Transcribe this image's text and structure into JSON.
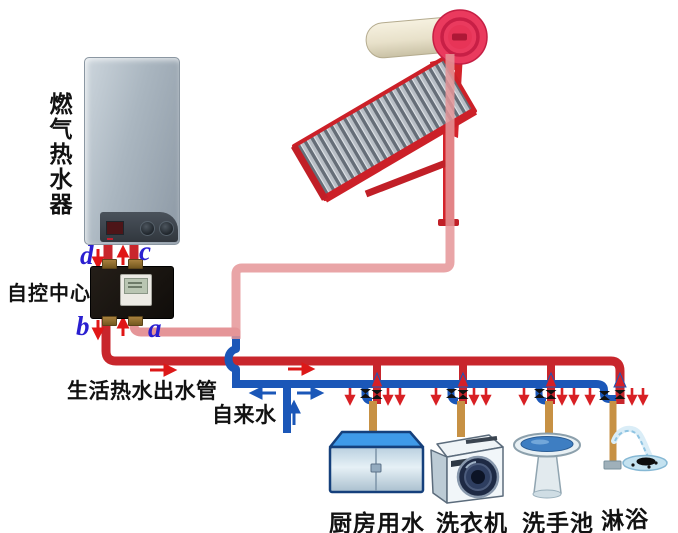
{
  "labels": {
    "gas_heater": "燃气热水器",
    "control_center": "自控中心",
    "hot_water_outlet": "生活热水出水管",
    "tap_water": "自来水"
  },
  "ports": {
    "a": "a",
    "b": "b",
    "c": "c",
    "d": "d"
  },
  "appliances": [
    {
      "id": "kitchen",
      "label": "厨房用水"
    },
    {
      "id": "washer",
      "label": "洗衣机"
    },
    {
      "id": "basin",
      "label": "洗手池"
    },
    {
      "id": "shower",
      "label": "淋浴"
    }
  ],
  "colors": {
    "hot_pipe": "#c8262c",
    "solar_pipe": "#e59598",
    "cold_pipe": "#1b57b8",
    "fixture_pipe": "#c79144",
    "port_label": "#2a1fd0",
    "valve": "#111111"
  }
}
